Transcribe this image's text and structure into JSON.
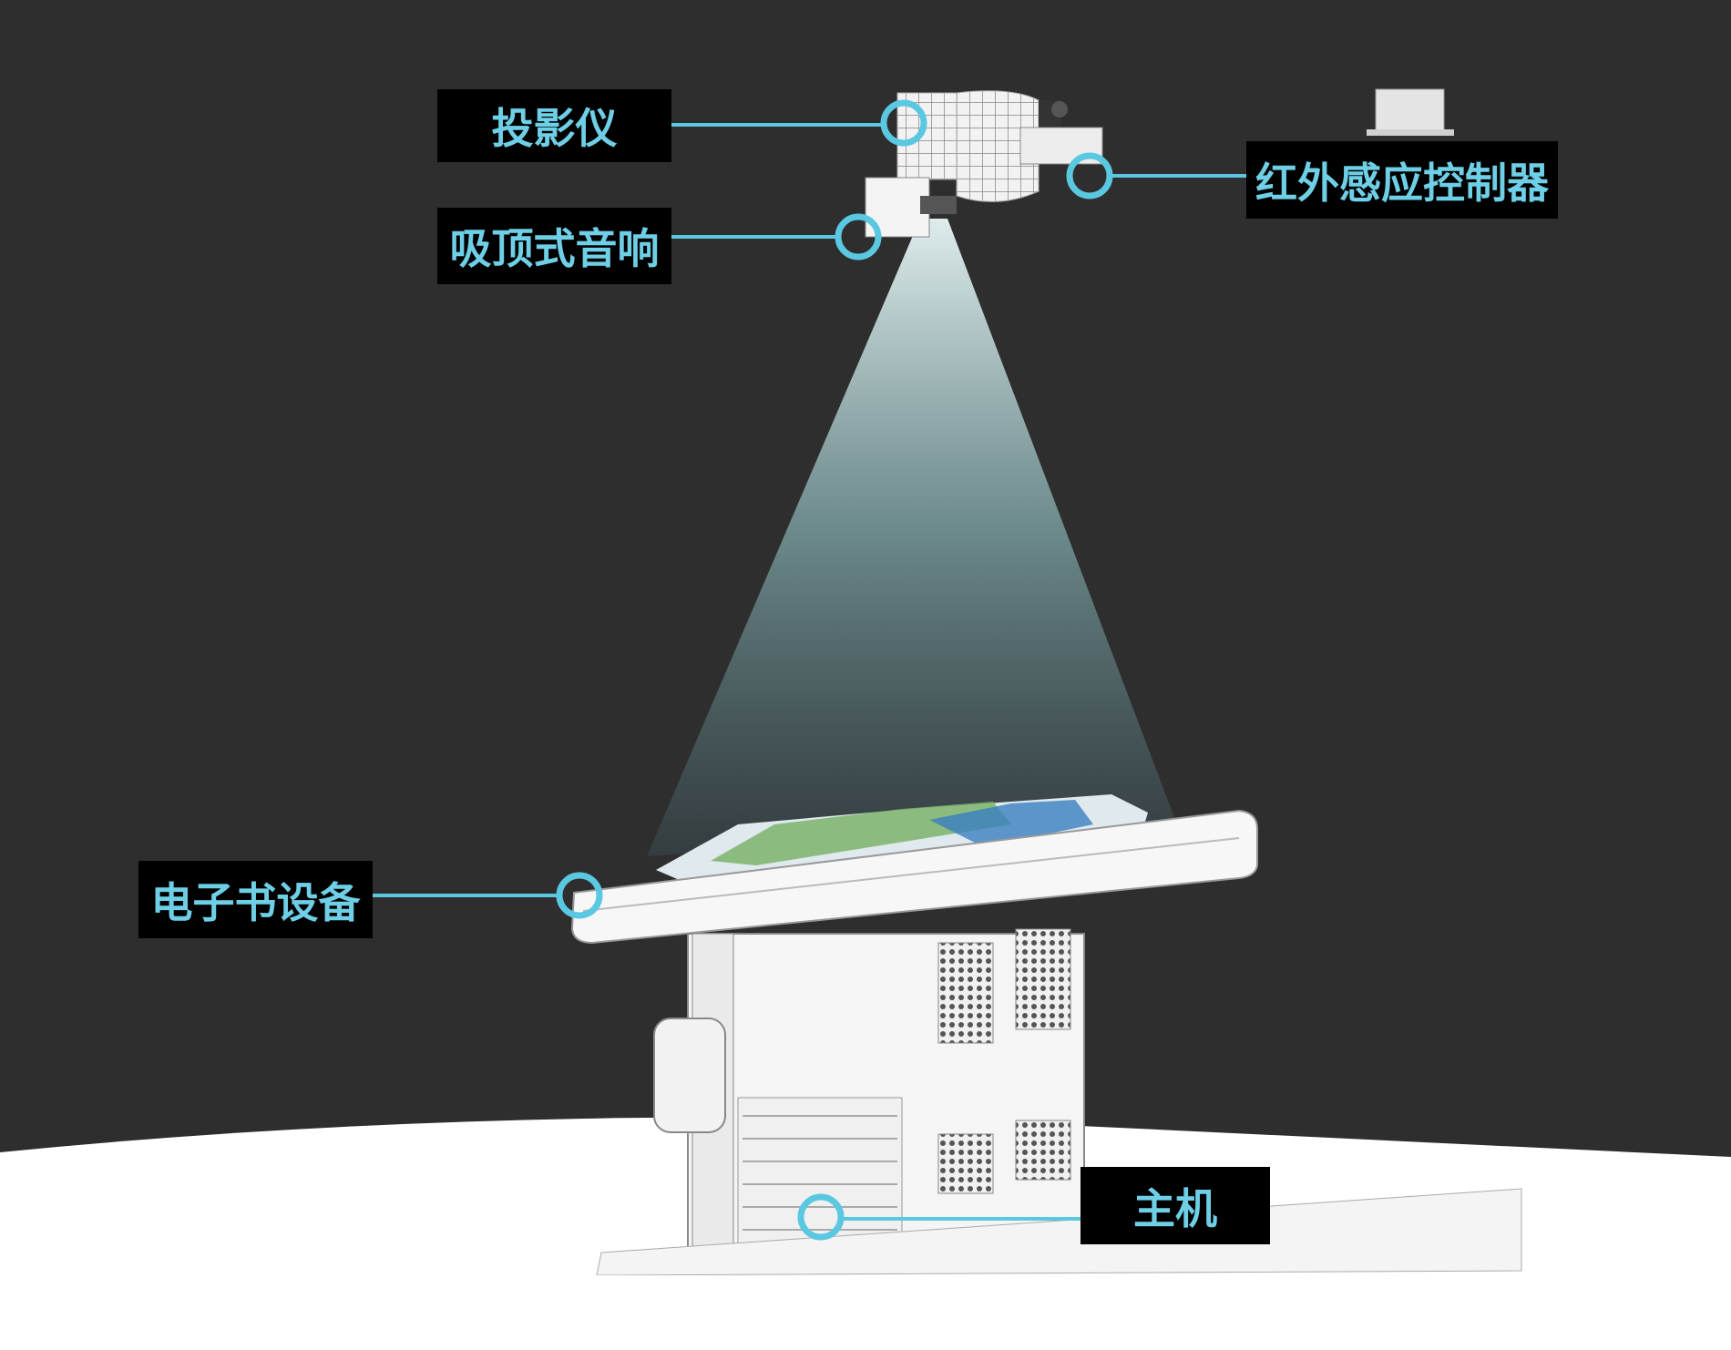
{
  "colors": {
    "background": "#2e2e2e",
    "accent": "#5ac8e0",
    "label_bg": "#000000",
    "label_text": "#6ecfe6"
  },
  "labels": {
    "projector": "投影仪",
    "ceiling_speaker": "吸顶式音响",
    "ir_controller": "红外感应控制器",
    "ebook_device": "电子书设备",
    "host": "主机"
  }
}
